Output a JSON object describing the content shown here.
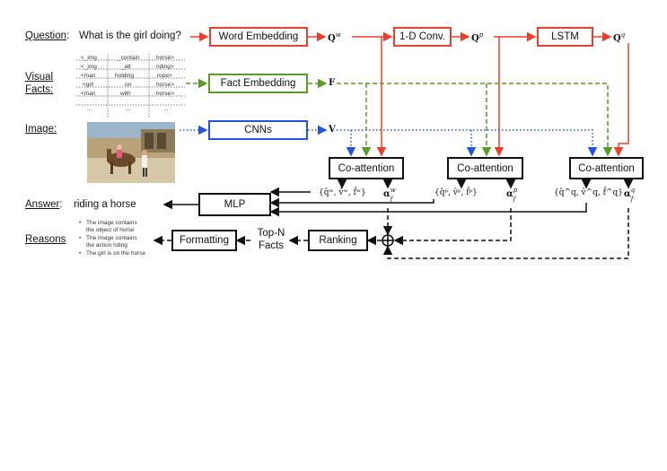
{
  "labels": {
    "question": "Question",
    "question_text": "What is the girl doing?",
    "visual": "Visual",
    "facts": "Facts:",
    "image": "Image:",
    "answer": "Answer",
    "answer_text": "riding a horse",
    "reasons": "Reasons"
  },
  "facts_table": [
    [
      "<_img",
      "_contain",
      "horse>"
    ],
    [
      "<_img",
      "_att",
      "riding>"
    ],
    [
      "<man",
      "holding",
      "rope>"
    ],
    [
      "<girl",
      "on",
      "horse>"
    ],
    [
      "<man",
      "with",
      "horse>"
    ],
    [
      "...",
      "...",
      "..."
    ]
  ],
  "boxes": {
    "word_embedding": "Word Embedding",
    "conv": "1-D Conv.",
    "lstm": "LSTM",
    "fact_embedding": "Fact Embedding",
    "cnns": "CNNs",
    "coatt1": "Co-attention",
    "coatt2": "Co-attention",
    "coatt3": "Co-attention",
    "mlp": "MLP",
    "ranking": "Ranking",
    "formatting": "Formatting"
  },
  "topn": {
    "line1": "Top-N",
    "line2": "Facts"
  },
  "reasons_list": [
    "The image contains",
    "the object of horse",
    "The image contains",
    "the action riding",
    "The girl is on the horse"
  ],
  "math": {
    "Qw_base": "Q",
    "Qw_sup": "w",
    "Qp_base": "Q",
    "Qp_sup": "p",
    "Qq_base": "Q",
    "Qq_sup": "q",
    "F": "F",
    "V": "V",
    "set_w": "{q̂ʷ, v̂ʷ, f̂ʷ}",
    "set_p": "{q̂ᵖ, v̂ᵖ, f̂ᵖ}",
    "set_q": "{q̂^q, v̂^q, f̂^q}",
    "alpha_base": "α",
    "alpha_sub": "f",
    "alpha_w_sup": "w",
    "alpha_p_sup": "p",
    "alpha_q_sup": "q"
  },
  "colors": {
    "red": "#e8412e",
    "green": "#5a9a2a",
    "blue": "#2255d8",
    "black": "#111111"
  }
}
